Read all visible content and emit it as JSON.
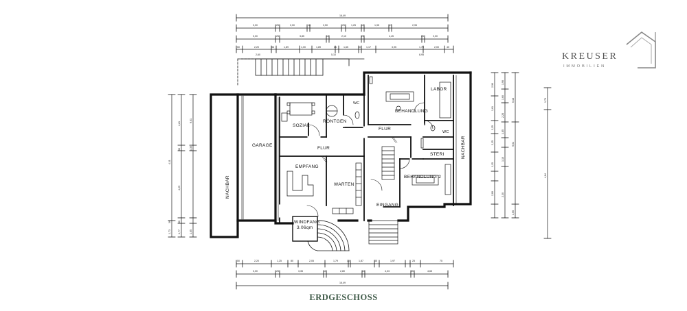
{
  "rooms": {
    "garage": "GARAGE",
    "nachbar_left": "NACHBAR",
    "nachbar_right": "NACHBAR",
    "sozial": "SOZIAL",
    "rontgen": "RÖNTGEN",
    "wc1": "WC",
    "wc2": "WC",
    "flur1": "FLUR",
    "flur2": "FLUR",
    "behandlung": "BEHANDLUNG",
    "labor": "LABOR",
    "steri": "STERI",
    "behandlung2": "BEHANDLUNG 2",
    "empfang": "EMPFANG",
    "warten": "WARTEN",
    "eingang": "EINGANG",
    "windfang": "WINDFANG",
    "windfang_area": "3.06qm"
  },
  "dimensions": {
    "top_total": "16,49",
    "bottom_total": "16,49",
    "top_row1": [
      "3,00",
      "25",
      "2,00",
      "10",
      "2,50",
      "25",
      "1,25",
      "10",
      "1,95",
      "17",
      "2,95"
    ],
    "top_row2": [
      "3,00",
      "25",
      "3,85",
      "10",
      "2,10",
      "25",
      "4,45",
      "25",
      "2,00"
    ],
    "top_row3": [
      "50",
      "2,20",
      "36",
      "1,89",
      "1,00",
      "1,89",
      "26",
      "1,65",
      "10",
      "1,17",
      "3,95",
      "1,70",
      "2,00",
      "40"
    ],
    "top_row3b": [
      "2,60",
      "5,10",
      "8,95"
    ],
    "bottom_row1": [
      "50",
      "2,20",
      "1,25",
      "80",
      "2,05",
      "1,79",
      "10",
      "1,87",
      "35",
      "1,97",
      "25",
      "75"
    ],
    "bottom_row2": [
      "3,00",
      "25",
      "3,35",
      "10",
      "2,80",
      "10",
      "4,33",
      "25",
      "4,65"
    ],
    "left_col1": [
      "4,11",
      "36",
      "1,73"
    ],
    "left_col2": [
      "4,21",
      "36",
      "4,29",
      "36",
      "1,77"
    ],
    "left_col3": [
      "9,01",
      "1,35",
      "1,05"
    ],
    "right_col1": [
      "2,90",
      "1,61",
      "2,25",
      "2,25",
      "1,15",
      "2,80"
    ],
    "right_col2": [
      "1,90",
      "1,60",
      "2,28",
      "1,85",
      "1,10",
      "2,30"
    ],
    "right_col3": [
      "5,18",
      "9,01",
      "1,55"
    ],
    "right_far": [
      "1,70",
      "4,84"
    ]
  },
  "caption": "ERDGESCHOSS",
  "logo": {
    "name": "KREUSER",
    "sub": "IMMOBILIEN",
    "color": "#777777"
  }
}
